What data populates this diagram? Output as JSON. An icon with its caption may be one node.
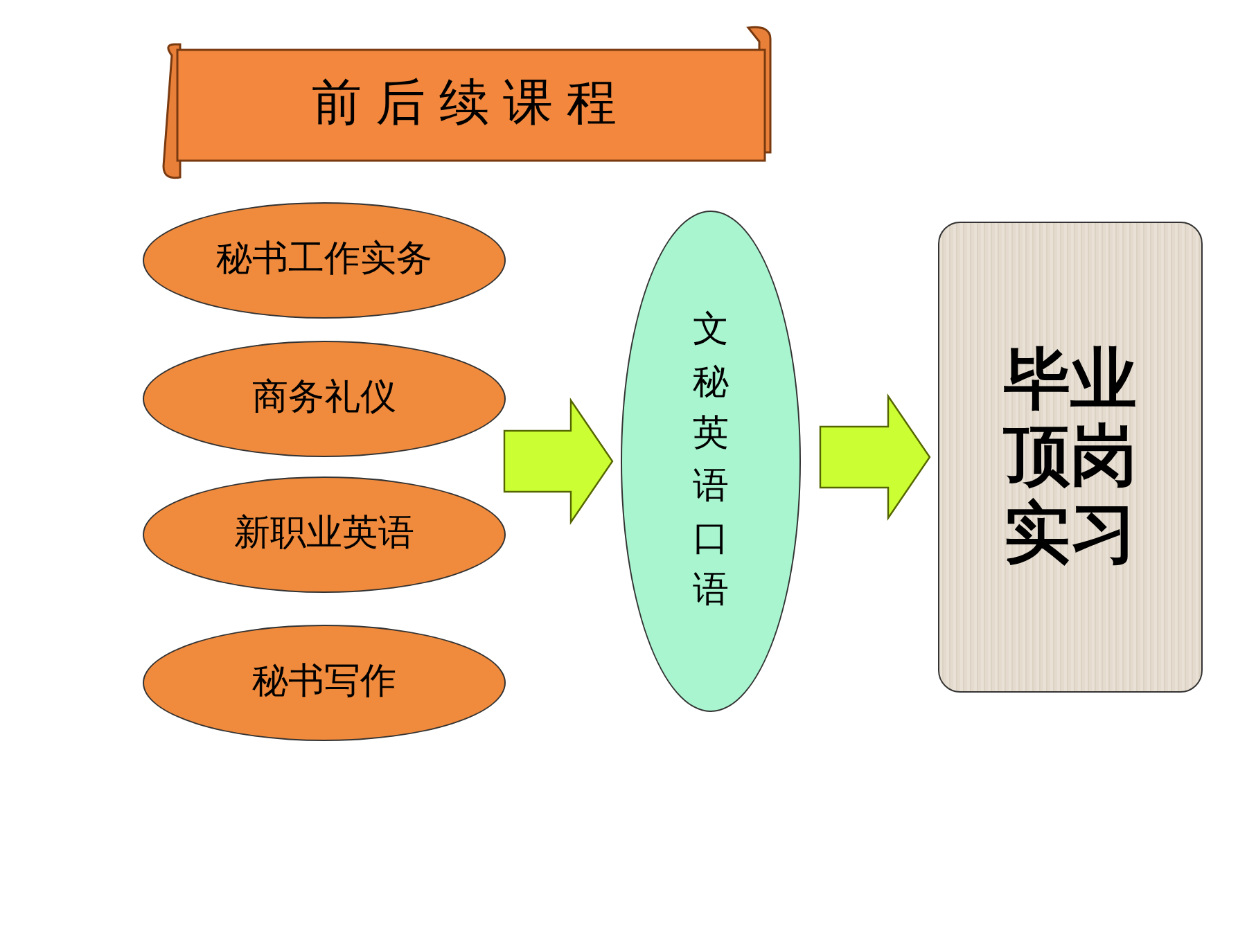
{
  "diagram": {
    "title": "前后续课程",
    "nodes": [
      {
        "text": [
          "秘书工作实务"
        ]
      },
      {
        "text": [
          "商务礼仪"
        ]
      },
      {
        "text": [
          "新职业英语"
        ]
      },
      {
        "text": [
          "秘书写作"
        ]
      },
      {
        "text": [
          "文秘英语口语"
        ]
      },
      {
        "text": [
          "毕业顶岗实习"
        ]
      }
    ],
    "edges": [
      {
        "from": null,
        "to": 4,
        "arrow": "to"
      },
      {
        "from": 4,
        "to": 5,
        "arrow": "to"
      }
    ]
  }
}
